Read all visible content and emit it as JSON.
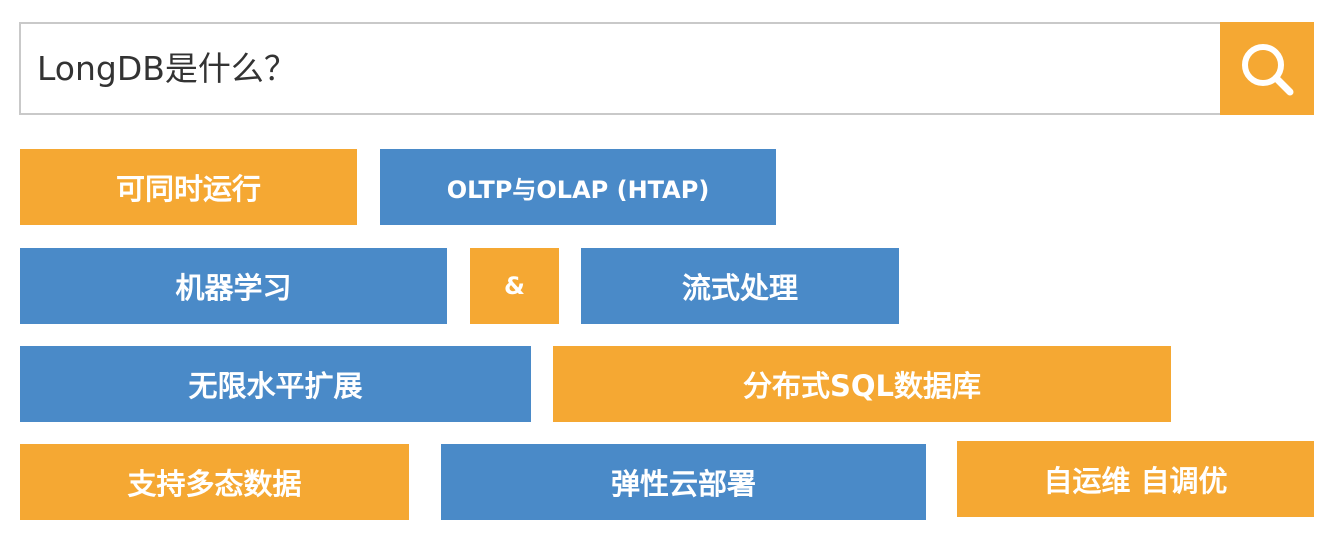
{
  "search": {
    "query": "LongDB是什么？",
    "icon": "search-icon",
    "button_color": "#f5a833",
    "border_color": "#c9c9c9"
  },
  "colors": {
    "orange": "#f5a833",
    "blue": "#4a8ac8"
  },
  "rows": [
    {
      "tags": [
        {
          "label": "可同时运行",
          "color": "orange"
        },
        {
          "label": "OLTP与OLAP (HTAP)",
          "color": "blue"
        }
      ]
    },
    {
      "tags": [
        {
          "label": "机器学习",
          "color": "blue"
        },
        {
          "label": "&",
          "color": "orange"
        },
        {
          "label": "流式处理",
          "color": "blue"
        }
      ]
    },
    {
      "tags": [
        {
          "label": "无限水平扩展",
          "color": "blue"
        },
        {
          "label": "分布式SQL数据库",
          "color": "orange"
        }
      ]
    },
    {
      "tags": [
        {
          "label": "支持多态数据",
          "color": "orange"
        },
        {
          "label": "弹性云部署",
          "color": "blue"
        },
        {
          "label": "自运维 自调优",
          "color": "orange"
        }
      ]
    }
  ]
}
